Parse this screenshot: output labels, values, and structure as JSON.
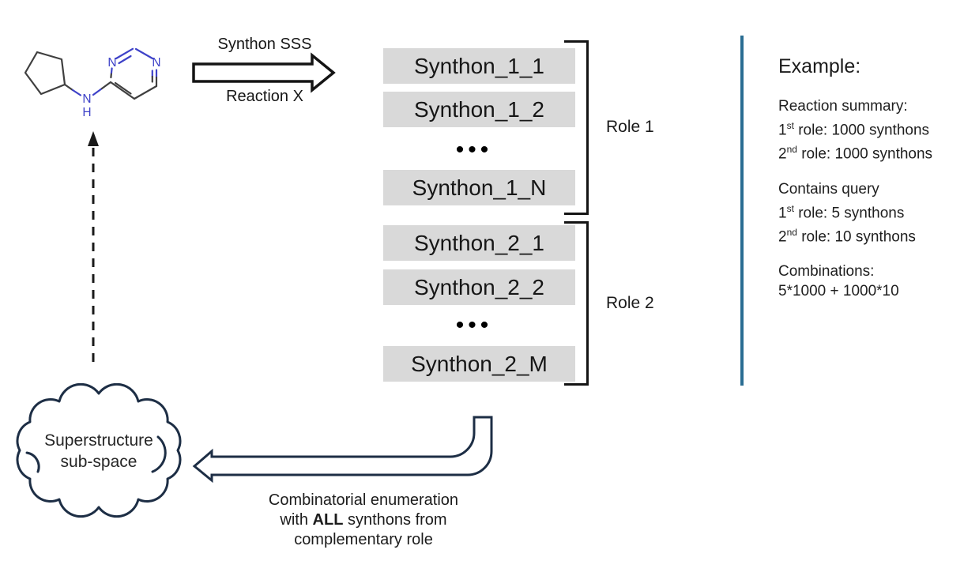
{
  "colors": {
    "box_fill": "#d9d9d9",
    "divider_blue": "#2a6d92",
    "dark_navy_outline": "#1d2e45",
    "arrow_black": "#141414",
    "nitrogen_blue": "#3e42c8",
    "bond_gray": "#3f3f3f"
  },
  "molecule": {
    "amine_n": "N",
    "amine_h": "H",
    "ring_n_left": "N",
    "ring_n_right": "N"
  },
  "reaction_arrow": {
    "top_label": "Synthon SSS",
    "bottom_label": "Reaction X"
  },
  "synthons": {
    "role1": {
      "label": "Role 1",
      "items": [
        "Synthon_1_1",
        "Synthon_1_2",
        "Synthon_1_N"
      ],
      "ellipsis": "•••"
    },
    "role2": {
      "label": "Role 2",
      "items": [
        "Synthon_2_1",
        "Synthon_2_2",
        "Synthon_2_M"
      ],
      "ellipsis": "•••"
    }
  },
  "example": {
    "title": "Example:",
    "reaction_summary": {
      "heading": "Reaction summary:",
      "line1": {
        "num": "1",
        "sup": "st",
        "rest": " role: 1000 synthons"
      },
      "line2": {
        "num": "2",
        "sup": "nd",
        "rest": " role: 1000 synthons"
      }
    },
    "contains_query": {
      "heading": "Contains query",
      "line1": {
        "num": "1",
        "sup": "st",
        "rest": " role: 5 synthons"
      },
      "line2": {
        "num": "2",
        "sup": "nd",
        "rest": " role: 10 synthons"
      }
    },
    "combinations": {
      "heading": "Combinations:",
      "value": "5*1000 + 1000*10"
    }
  },
  "cloud": {
    "line1": "Superstructure",
    "line2": "sub-space"
  },
  "caption": {
    "line1": "Combinatorial enumeration",
    "line2_pre": "with ",
    "line2_bold": "ALL",
    "line2_post": " synthons from",
    "line3": "complementary role"
  }
}
